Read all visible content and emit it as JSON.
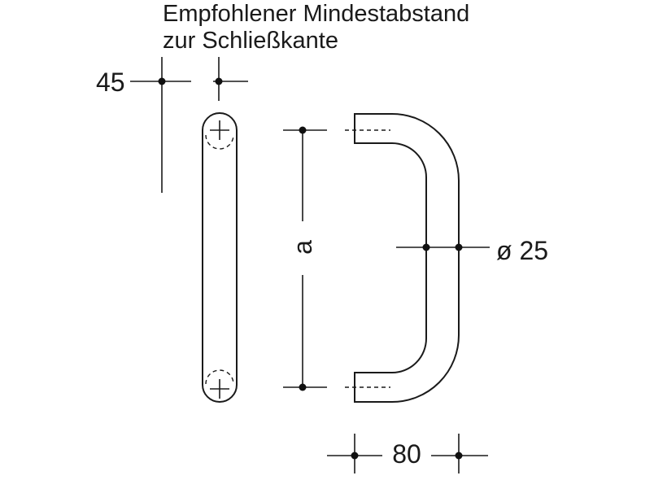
{
  "caption": {
    "line1": "Empfohlener Mindestabstand",
    "line2": "zur Schließkante"
  },
  "dimensions": {
    "min_distance": "45",
    "spacing": "a",
    "diameter": "ø 25",
    "depth": "80"
  }
}
